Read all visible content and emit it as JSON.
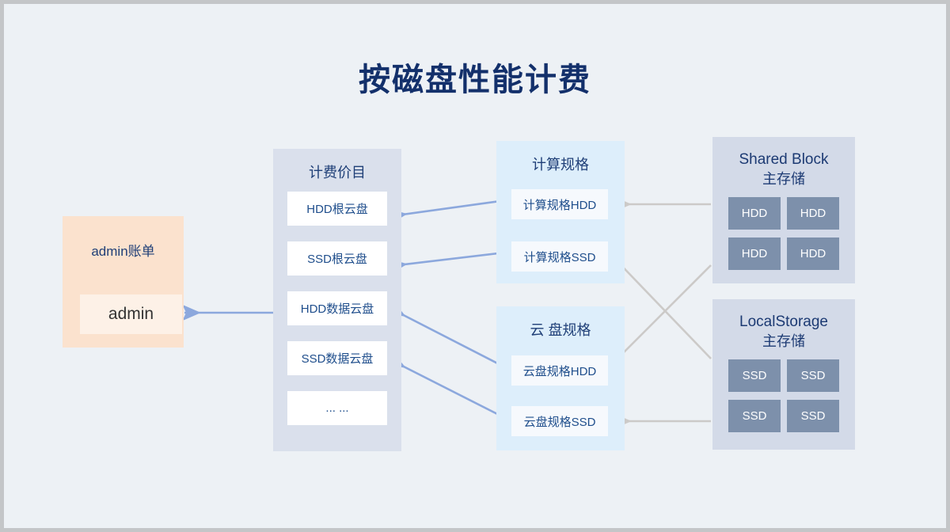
{
  "title": "按磁盘性能计费",
  "theme": {
    "background": "#edf1f5",
    "frame_border": "#c4c6c8",
    "title_color": "#13306b",
    "bill_panel_bg": "#fbe2ce",
    "bill_item_bg": "#fdf1e7",
    "price_panel_bg": "#dae0ec",
    "price_item_bg": "#ffffff",
    "spec_panel_bg": "#ddeefb",
    "spec_item_bg": "#f6f9fd",
    "storage_panel_bg": "#d3dae8",
    "disk_cell_bg": "#7d90ab",
    "blue_arrow": "#8ca8dd",
    "gray_arrow": "#cccac8",
    "label_blue": "#1f4e8c"
  },
  "panels": {
    "bill": {
      "title": "admin账单",
      "account": "admin"
    },
    "price": {
      "title": "计费价目",
      "items": [
        {
          "label": "HDD根云盘"
        },
        {
          "label": "SSD根云盘"
        },
        {
          "label": "HDD数据云盘"
        },
        {
          "label": "SSD数据云盘"
        },
        {
          "label": "... ..."
        }
      ]
    },
    "compute_spec": {
      "title": "计算规格",
      "items": [
        {
          "label": "计算规格HDD"
        },
        {
          "label": "计算规格SSD"
        }
      ]
    },
    "disk_spec": {
      "title": "云 盘规格",
      "items": [
        {
          "label": "云盘规格HDD"
        },
        {
          "label": "云盘规格SSD"
        }
      ]
    },
    "shared_block": {
      "title_line1": "Shared Block",
      "title_line2": "主存储",
      "disks": [
        "HDD",
        "HDD",
        "HDD",
        "HDD"
      ]
    },
    "local_storage": {
      "title_line1": "LocalStorage",
      "title_line2": "主存储",
      "disks": [
        "SSD",
        "SSD",
        "SSD",
        "SSD"
      ]
    }
  },
  "connections": [
    {
      "name": "price-to-admin",
      "from": "计费价目",
      "to": "admin",
      "color": "#8ca8dd"
    },
    {
      "name": "compute-hdd-to-hdd-root",
      "from": "计算规格HDD",
      "to": "HDD根云盘",
      "color": "#8ca8dd"
    },
    {
      "name": "compute-ssd-to-ssd-root",
      "from": "计算规格SSD",
      "to": "SSD根云盘",
      "color": "#8ca8dd"
    },
    {
      "name": "disk-hdd-to-hdd-data",
      "from": "云盘规格HDD",
      "to": "HDD数据云盘",
      "color": "#8ca8dd"
    },
    {
      "name": "disk-ssd-to-ssd-data",
      "from": "云盘规格SSD",
      "to": "SSD数据云盘",
      "color": "#8ca8dd"
    },
    {
      "name": "shared-to-compute-hdd",
      "from": "Shared Block 主存储",
      "to": "计算规格HDD",
      "color": "#cccac8"
    },
    {
      "name": "shared-to-disk-hdd",
      "from": "Shared Block 主存储",
      "to": "云盘规格HDD",
      "color": "#cccac8"
    },
    {
      "name": "local-to-compute-ssd",
      "from": "LocalStorage 主存储",
      "to": "计算规格SSD",
      "color": "#cccac8"
    },
    {
      "name": "local-to-disk-ssd",
      "from": "LocalStorage 主存储",
      "to": "云盘规格SSD",
      "color": "#cccac8"
    }
  ]
}
